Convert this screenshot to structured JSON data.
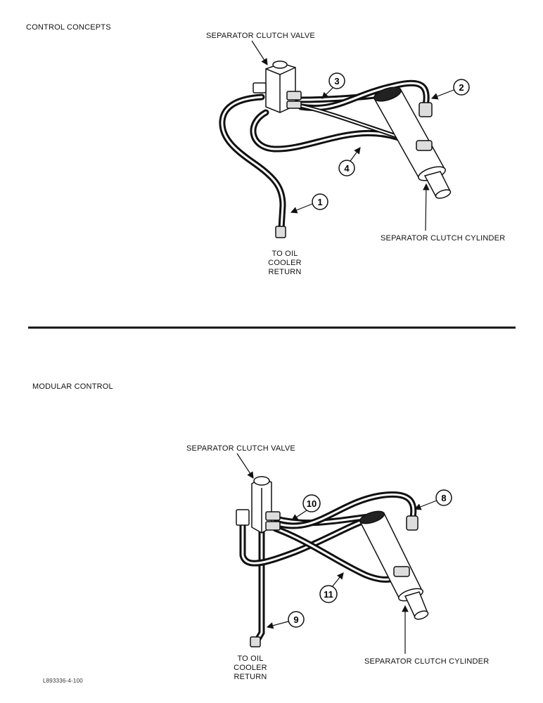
{
  "top": {
    "section_title": "CONTROL CONCEPTS",
    "valve_label": "SEPARATOR CLUTCH VALVE",
    "cylinder_label": "SEPARATOR CLUTCH CYLINDER",
    "return_label": [
      "TO OIL",
      "COOLER",
      "RETURN"
    ],
    "callouts": [
      "1",
      "2",
      "3",
      "4"
    ]
  },
  "bottom": {
    "section_title": "MODULAR CONTROL",
    "valve_label": "SEPARATOR CLUTCH VALVE",
    "cylinder_label": "SEPARATOR CLUTCH CYLINDER",
    "return_label": [
      "TO OIL",
      "COOLER",
      "RETURN"
    ],
    "callouts": [
      "8",
      "9",
      "10",
      "11"
    ]
  },
  "footer": {
    "code": "L893336-4-100"
  }
}
